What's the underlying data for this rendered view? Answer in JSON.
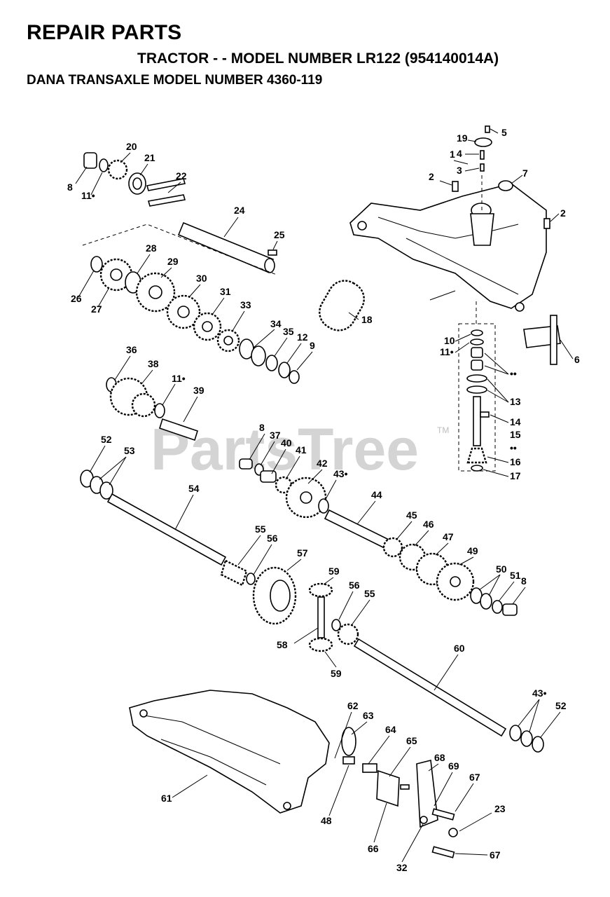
{
  "header": {
    "title": "REPAIR PARTS",
    "subtitle": "TRACTOR - - MODEL NUMBER LR122 (954140014A)",
    "transaxle": "DANA TRANSAXLE MODEL NUMBER 4360-119"
  },
  "watermark": {
    "text": "PartsTree",
    "trademark": "TM"
  },
  "callouts": [
    "1",
    "2",
    "2",
    "3",
    "4",
    "5",
    "6",
    "7",
    "8",
    "8",
    "8",
    "9",
    "10",
    "11•",
    "11•",
    "11•",
    "12",
    "13",
    "14",
    "15",
    "16",
    "17",
    "18",
    "19",
    "20",
    "21",
    "22",
    "23",
    "24",
    "25",
    "26",
    "27",
    "28",
    "29",
    "30",
    "31",
    "32",
    "33",
    "34",
    "35",
    "36",
    "37",
    "38",
    "39",
    "40",
    "41",
    "42",
    "43•",
    "43•",
    "44",
    "45",
    "46",
    "47",
    "48",
    "49",
    "50",
    "51",
    "52",
    "52",
    "53",
    "54",
    "55",
    "55",
    "56",
    "56",
    "57",
    "58",
    "59",
    "59",
    "60",
    "61",
    "62",
    "63",
    "64",
    "65",
    "66",
    "67",
    "67",
    "68",
    "69",
    "••",
    "••"
  ]
}
